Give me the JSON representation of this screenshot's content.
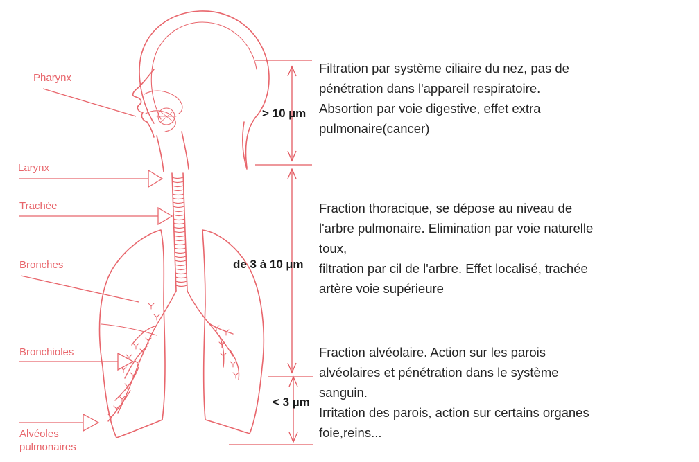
{
  "colors": {
    "anatomy": "#e8666c",
    "label": "#e8666c",
    "text": "#262626",
    "arrow": "#e35b62"
  },
  "anatomy_labels": [
    {
      "key": "pharynx",
      "text": "Pharynx"
    },
    {
      "key": "larynx",
      "text": "Larynx"
    },
    {
      "key": "trachee",
      "text": "Trachée"
    },
    {
      "key": "bronches",
      "text": "Bronches"
    },
    {
      "key": "bronchioles",
      "text": "Bronchioles"
    },
    {
      "key": "alveoles1",
      "text": "Alvéoles"
    },
    {
      "key": "alveoles2",
      "text": "pulmonaires"
    }
  ],
  "sections": [
    {
      "size": "> 10 µm",
      "lines": [
        "Filtration par système ciliaire du nez, pas de",
        "pénétration dans l'appareil respiratoire.",
        "Absortion par voie digestive, effet extra",
        "pulmonaire(cancer)"
      ]
    },
    {
      "size": "de 3 à 10 µm",
      "lines": [
        "Fraction thoracique, se dépose au niveau de",
        "l'arbre pulmonaire. Elimination par voie naturelle",
        "toux,",
        "filtration par cil de l'arbre. Effet localisé, trachée",
        "artère voie supérieure"
      ]
    },
    {
      "size": "< 3 µm",
      "lines": [
        "Fraction alvéolaire. Action sur les parois",
        "alvéolaires et pénétration dans le système",
        "sanguin.",
        "Irritation des parois, action sur certains organes",
        "foie,reins..."
      ]
    }
  ]
}
